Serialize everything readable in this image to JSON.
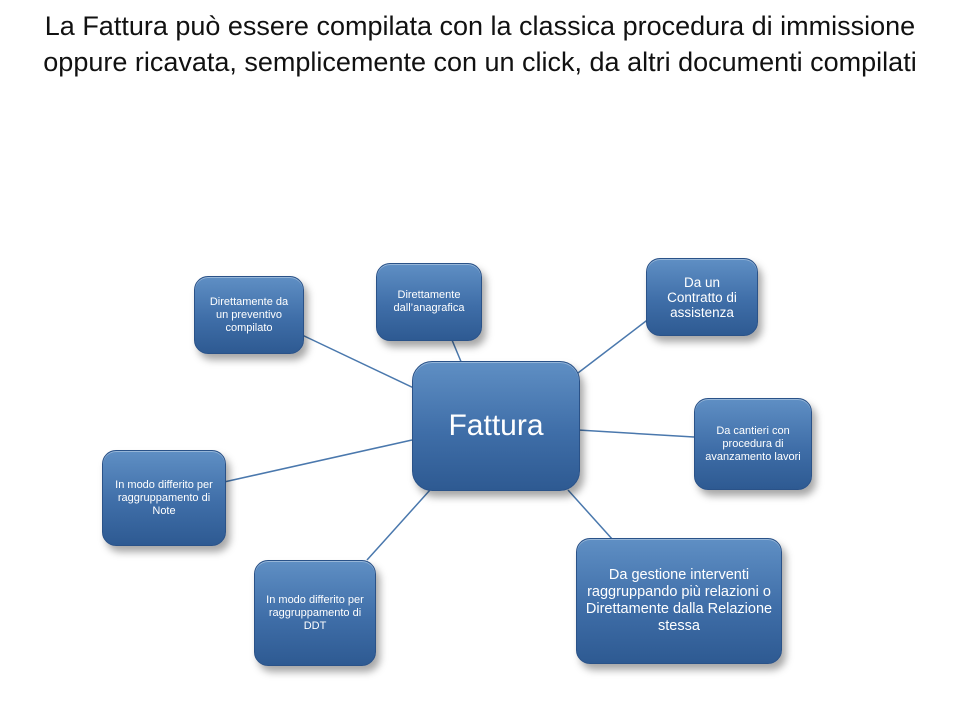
{
  "slide": {
    "title": "La Fattura può essere compilata con la classica procedura di immissione oppure ricavata, semplicemente con un click, da altri documenti compilati"
  },
  "diagram": {
    "center": "Fattura",
    "nodes": {
      "preventivo": "Direttamente da un preventivo compilato",
      "anagrafica": "Direttamente dall’anagrafica",
      "contratto": "Da un Contratto di assistenza",
      "cantieri": "Da cantieri con procedura di avanzamento lavori",
      "interventi": "Da gestione interventi raggruppando più relazioni o Direttamente dalla Relazione stessa",
      "ddt": "In modo differito per raggruppamento di DDT",
      "note": "In modo differito per raggruppamento di Note"
    }
  }
}
